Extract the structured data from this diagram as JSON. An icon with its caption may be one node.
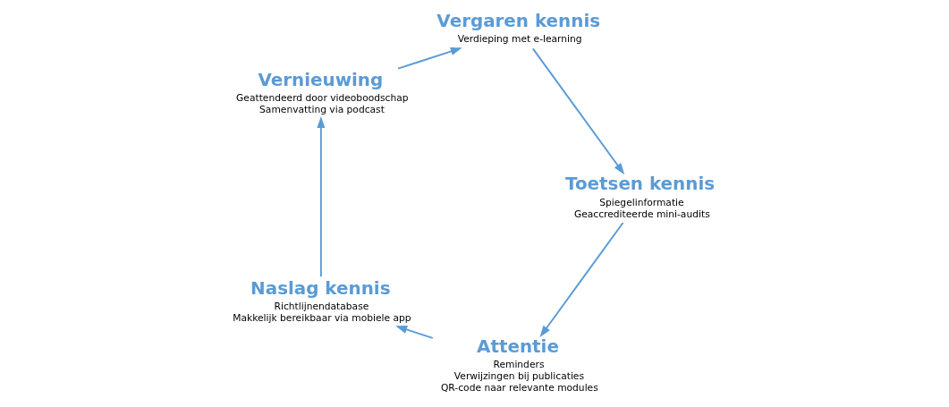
{
  "diagram": {
    "nodes": [
      {
        "text": [
          "Attentie",
          "Reminders",
          "Verwijzingen bij publicaties",
          "QR-code naar relevante modules"
        ]
      },
      {
        "text": [
          "Naslag kennis",
          "Richtlijnendatabase",
          "Makkelijk bereikbaar via mobiele app"
        ]
      },
      {
        "text": [
          "Vernieuwing",
          "Geattendeerd door videoboodschap",
          "Samenvatting via podcast"
        ]
      },
      {
        "text": [
          "Vergaren kennis",
          "Verdieping met e-learning"
        ]
      },
      {
        "text": [
          "Toetsen kennis",
          "Spiegelinformatie",
          "Geaccrediteerde mini-audits"
        ]
      }
    ],
    "edges": [
      {
        "from": 0,
        "to": 1,
        "arrow": "to"
      },
      {
        "from": 1,
        "to": 2,
        "arrow": "to"
      },
      {
        "from": 2,
        "to": 3,
        "arrow": "to"
      },
      {
        "from": 3,
        "to": 4,
        "arrow": "to"
      },
      {
        "from": 4,
        "to": 0,
        "arrow": "to"
      }
    ]
  }
}
